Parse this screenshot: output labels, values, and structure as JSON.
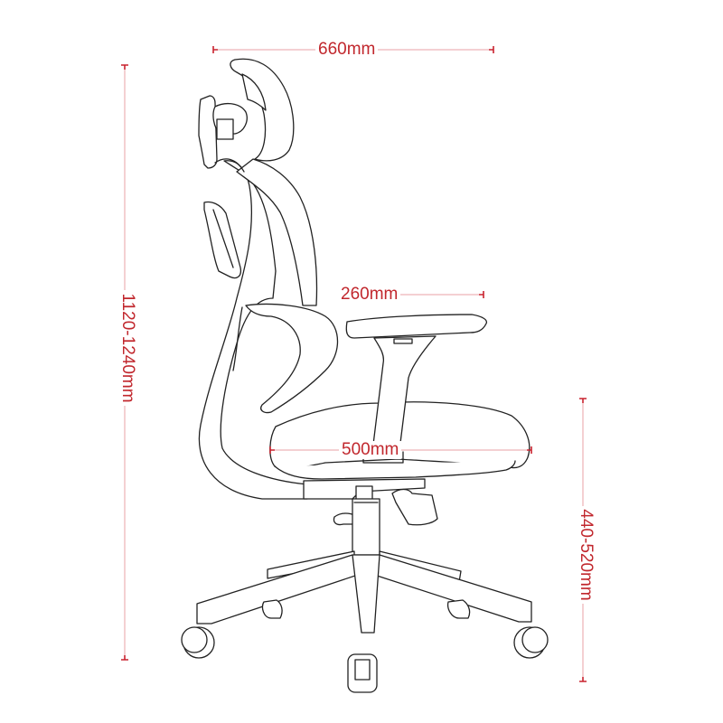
{
  "diagram": {
    "subject": "Ergonomic office chair side view with dimensions",
    "line_color": "#222222",
    "dimension_color": "#c1272d",
    "dimension_line_color": "#e8a0a6",
    "background": "#ffffff"
  },
  "dimensions": {
    "overall_depth": {
      "label": "660mm"
    },
    "overall_height": {
      "label": "1120-1240mm"
    },
    "armrest_length": {
      "label": "260mm"
    },
    "seat_depth": {
      "label": "500mm"
    },
    "seat_height": {
      "label": "440-520mm"
    }
  },
  "parts": [
    "headrest",
    "backrest",
    "lumbar-support",
    "armrest",
    "seat-cushion",
    "mechanism",
    "tilt-lever",
    "gas-lift",
    "five-star-base",
    "casters"
  ]
}
